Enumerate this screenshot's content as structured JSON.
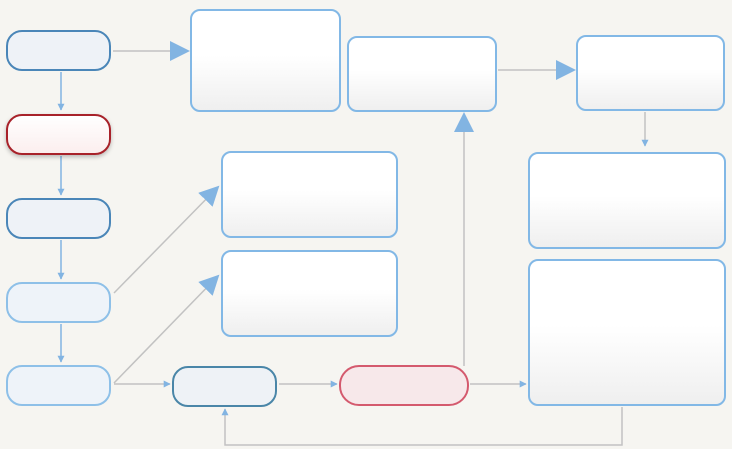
{
  "diagram": {
    "colors": {
      "background": "#f6f5f1",
      "edge_blue": "#82b4e2",
      "edge_gray": "#c2c2c2",
      "node_border_blue": "#82b8e6",
      "node_border_dark_blue": "#4a86b8",
      "node_border_red": "#a8222a",
      "node_border_pink": "#d45a6e"
    },
    "nodes": [
      {
        "id": "n1",
        "label": ""
      },
      {
        "id": "n2",
        "label": ""
      },
      {
        "id": "n3",
        "label": ""
      },
      {
        "id": "n4",
        "label": ""
      },
      {
        "id": "n5",
        "label": ""
      },
      {
        "id": "n6",
        "label": ""
      },
      {
        "id": "n7",
        "label": ""
      },
      {
        "id": "n8",
        "label": ""
      },
      {
        "id": "n9",
        "label": ""
      },
      {
        "id": "n10",
        "label": ""
      },
      {
        "id": "n11",
        "label": ""
      },
      {
        "id": "n12",
        "label": ""
      },
      {
        "id": "n13",
        "label": ""
      },
      {
        "id": "n14",
        "label": ""
      }
    ],
    "edges": [
      {
        "from": "n1",
        "to": "n2"
      },
      {
        "from": "n2",
        "to": "n3"
      },
      {
        "from": "n3",
        "to": "n4"
      },
      {
        "from": "n4",
        "to": "n5"
      },
      {
        "from": "n1",
        "to": "n6"
      },
      {
        "from": "n7",
        "to": "n8"
      },
      {
        "from": "n8",
        "to": "n9"
      },
      {
        "from": "n4",
        "to": "n10"
      },
      {
        "from": "n5",
        "to": "n11"
      },
      {
        "from": "n5",
        "to": "n12"
      },
      {
        "from": "n12",
        "to": "n13"
      },
      {
        "from": "n13",
        "to": "n7"
      },
      {
        "from": "n13",
        "to": "n14"
      },
      {
        "from": "n14",
        "to": "n12"
      }
    ]
  }
}
